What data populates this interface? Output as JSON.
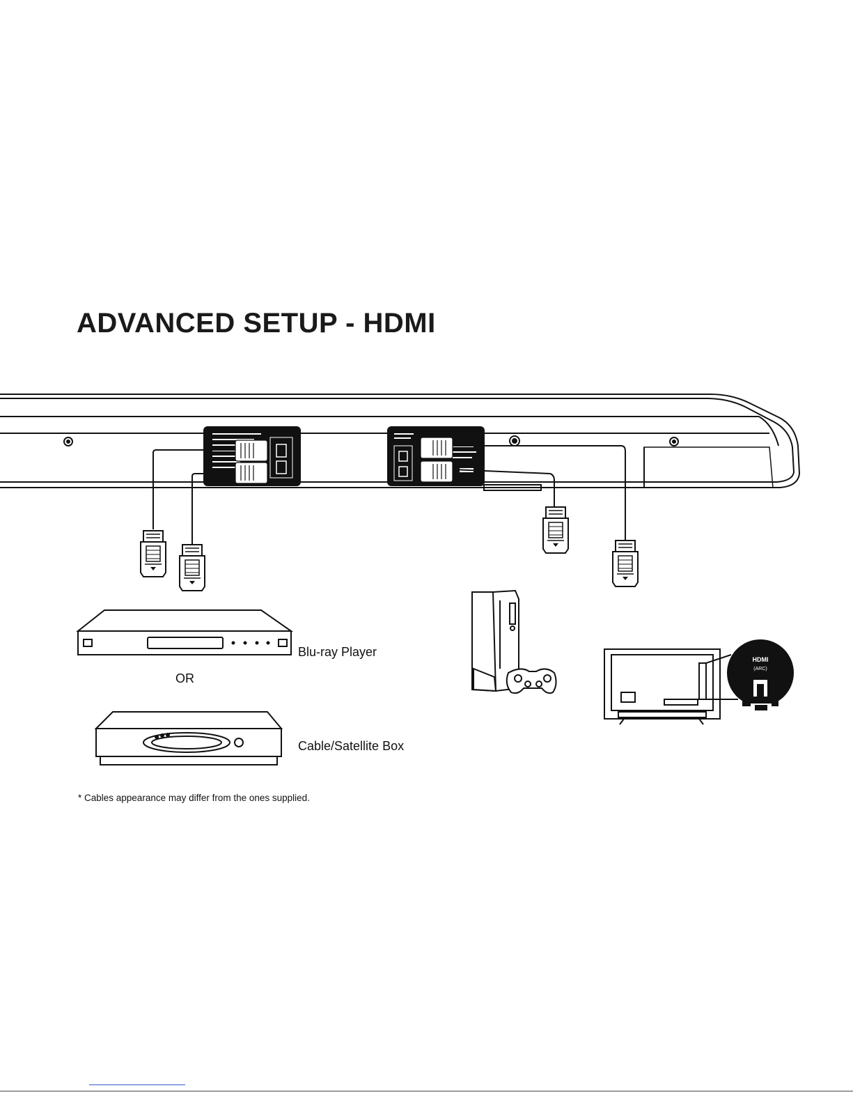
{
  "page": {
    "title": "ADVANCED SETUP - HDMI",
    "footnote": "* Cables appearance may differ from the ones supplied."
  },
  "devices": {
    "bluray_label": "Blu-ray Player",
    "or_label": "OR",
    "cable_box_label": "Cable/Satellite Box"
  },
  "tv_callout": {
    "port_label": "HDMI",
    "port_sublabel": "(ARC)"
  }
}
